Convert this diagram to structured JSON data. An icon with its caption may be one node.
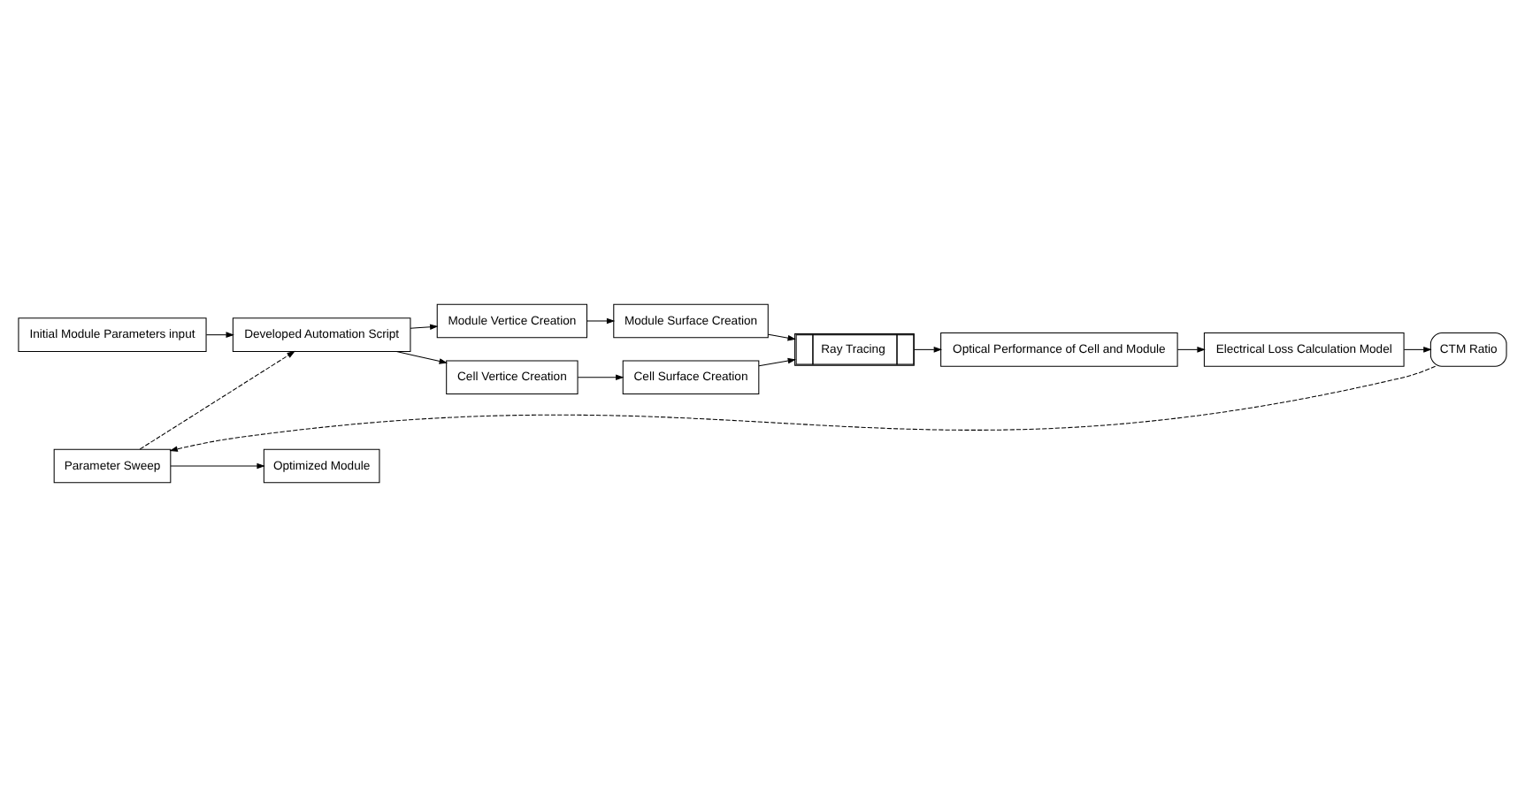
{
  "diagram": {
    "nodes": [
      {
        "text": [
          "Initial Module Parameters input"
        ]
      },
      {
        "text": [
          "Developed Automation Script"
        ]
      },
      {
        "text": [
          "Module Vertice Creation"
        ]
      },
      {
        "text": [
          "Module Surface Creation"
        ]
      },
      {
        "text": [
          "Cell Vertice Creation"
        ]
      },
      {
        "text": [
          "Cell Surface Creation"
        ]
      },
      {
        "text": [
          "Ray Tracing"
        ]
      },
      {
        "text": [
          "Optical Performance of Cell and Module"
        ]
      },
      {
        "text": [
          "Electrical Loss Calculation Model"
        ]
      },
      {
        "text": [
          "CTM Ratio"
        ]
      },
      {
        "text": [
          "Parameter Sweep"
        ]
      },
      {
        "text": [
          "Optimized Module"
        ]
      }
    ],
    "edges": [
      {
        "from": 0,
        "to": 1,
        "arrow": "to"
      },
      {
        "from": 1,
        "to": 2,
        "arrow": "to"
      },
      {
        "from": 1,
        "to": 4,
        "arrow": "to"
      },
      {
        "from": 2,
        "to": 3,
        "arrow": "to"
      },
      {
        "from": 4,
        "to": 5,
        "arrow": "to"
      },
      {
        "from": 3,
        "to": 6,
        "arrow": "to"
      },
      {
        "from": 5,
        "to": 6,
        "arrow": "to"
      },
      {
        "from": 6,
        "to": 7,
        "arrow": "to"
      },
      {
        "from": 7,
        "to": 8,
        "arrow": "to"
      },
      {
        "from": 8,
        "to": 9,
        "arrow": "to"
      },
      {
        "from": 9,
        "to": 10,
        "arrow": "to",
        "style": "dashed"
      },
      {
        "from": 10,
        "to": 1,
        "arrow": "to",
        "style": "dashed"
      },
      {
        "from": 10,
        "to": 11,
        "arrow": "to"
      }
    ]
  }
}
